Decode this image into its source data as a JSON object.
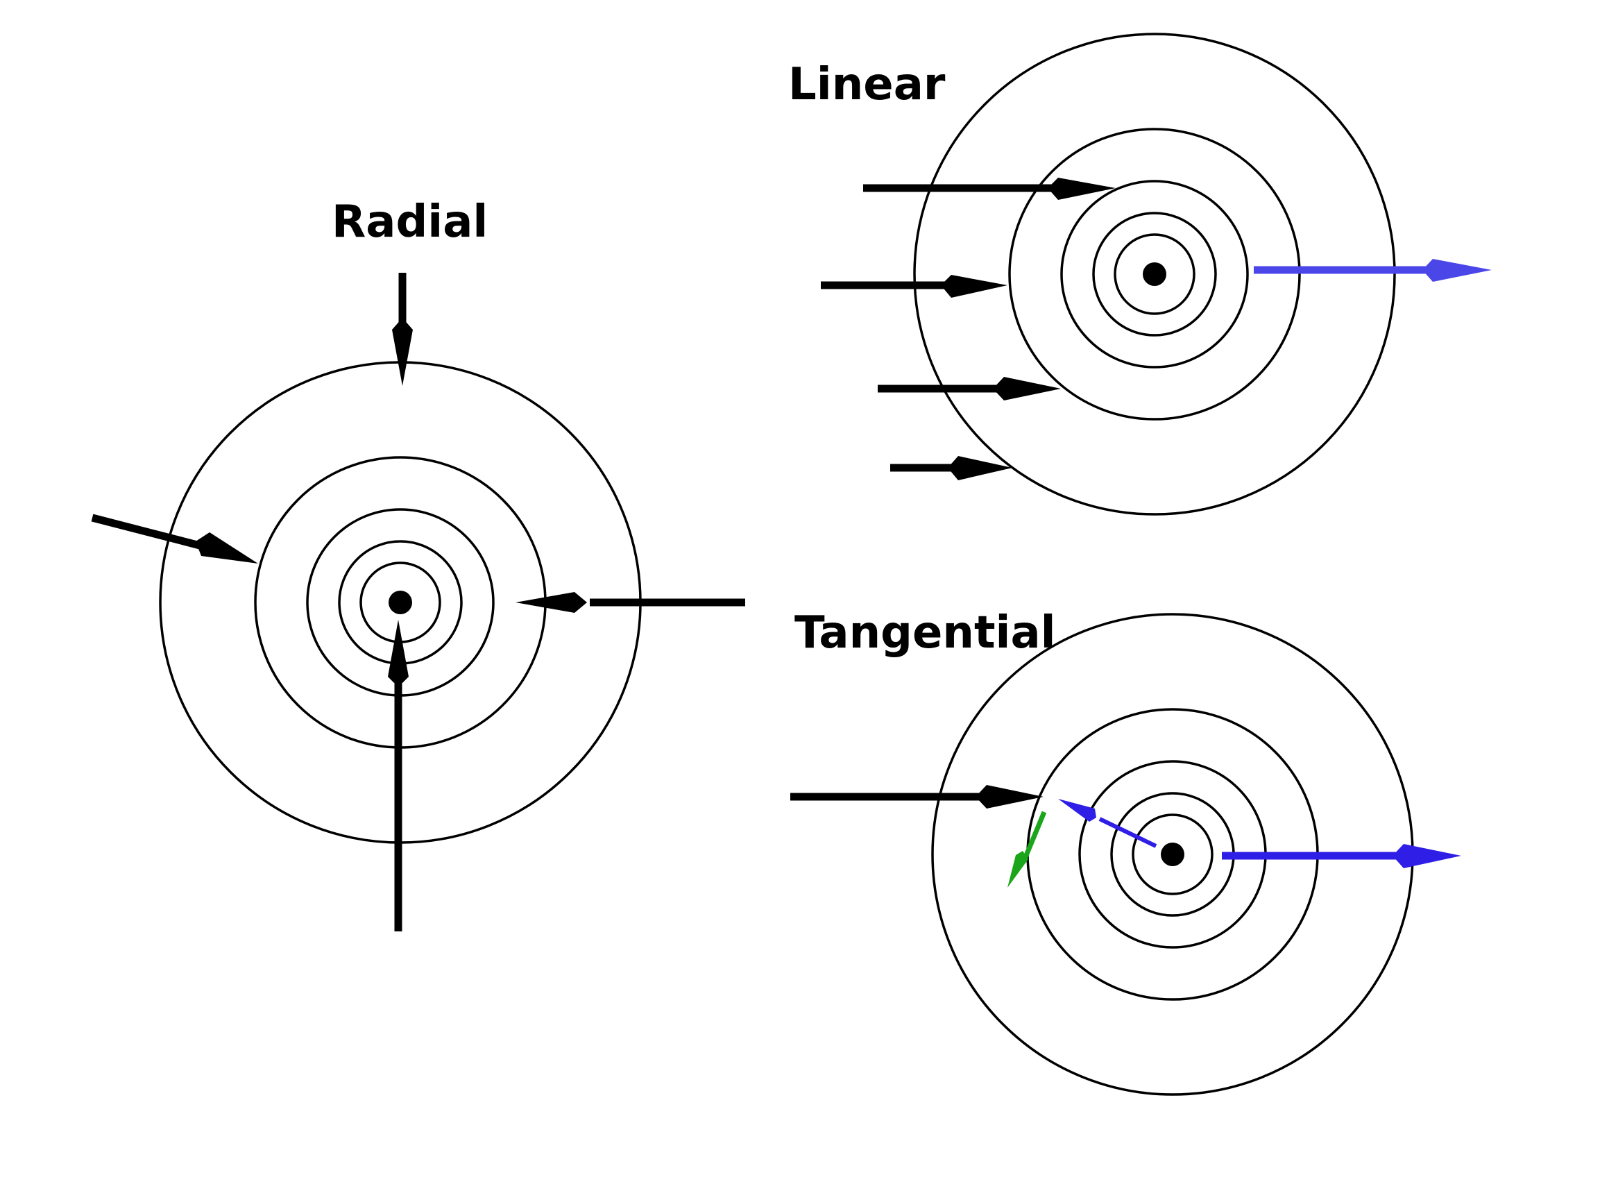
{
  "labels": {
    "radial": "Radial",
    "linear": "Linear",
    "tangential": "Tangential"
  },
  "colors": {
    "background": "#ffffff",
    "ink": "#000000",
    "linear_outward_arrow": "#4b46e8",
    "tangential_outward_arrow": "#2f1ee6",
    "tangential_green_arrow": "#1aa51a"
  }
}
